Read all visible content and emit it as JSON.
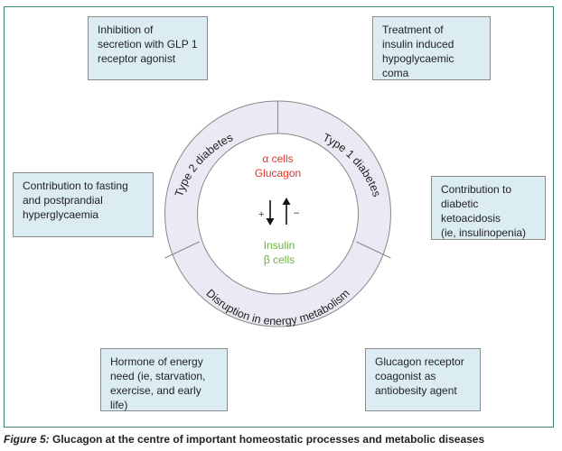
{
  "boxes": {
    "top_left": "Inhibition of\nsecretion with GLP 1\nreceptor agonist",
    "top_right": "Treatment of\ninsulin induced\nhypoglycaemic coma",
    "mid_left": "Contribution to fasting\nand postprandial\nhyperglycaemia",
    "mid_right": "Contribution to\ndiabetic ketoacidosis\n(ie, insulinopenia)",
    "bottom_left": "Hormone of energy\nneed (ie, starvation,\nexercise, and early life)",
    "bottom_right": "Glucagon receptor\ncoagonist as\nantiobesity agent"
  },
  "ring": {
    "left_label": "Type 2 diabetes",
    "right_label": "Type 1 diabetes",
    "bottom_label": "Disruption in energy metabolism"
  },
  "center": {
    "alpha_cells": "α cells",
    "glucagon": "Glucagon",
    "insulin": "Insulin",
    "beta_cells": "β cells",
    "plus": "+",
    "minus": "–"
  },
  "colors": {
    "alpha": "#e0362c",
    "beta": "#6cb33f",
    "ring_fill": "#ece9f4",
    "box_fill": "#dbedf3",
    "frame": "#3a8a6a"
  },
  "caption": {
    "figure_label": "Figure 5:",
    "text": "Glucagon at the centre of important homeostatic processes and metabolic diseases"
  }
}
